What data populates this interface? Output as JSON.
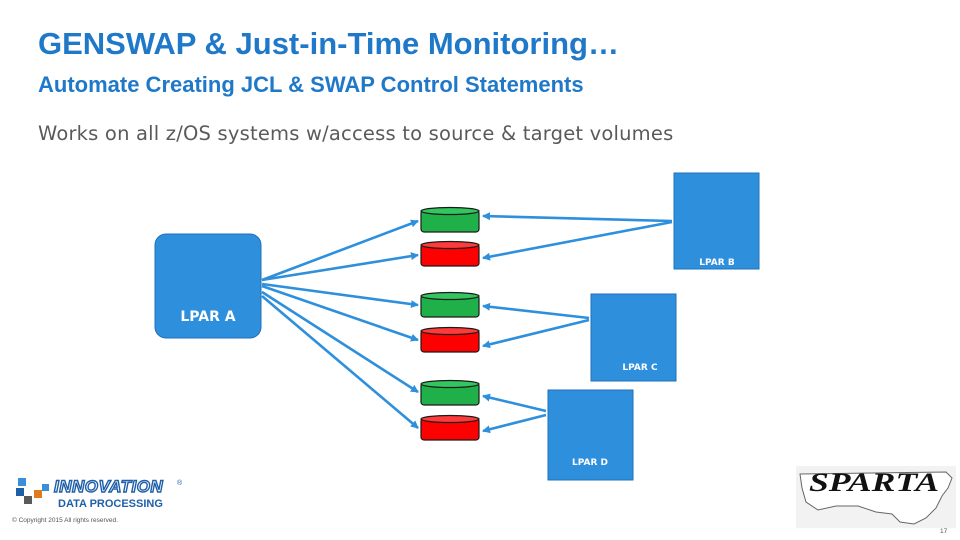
{
  "slide": {
    "title": "GENSWAP & Just-in-Time Monitoring…",
    "subtitle": "Automate Creating JCL & SWAP Control Statements",
    "body": "Works on all z/OS systems w/access to source & target volumes",
    "page_number": "17"
  },
  "diagram": {
    "source_node": "LPAR A",
    "target_nodes": [
      "LPAR B",
      "LPAR C",
      "LPAR D"
    ],
    "volume_colors": {
      "source_volume": "#1fb04a",
      "target_volume": "#ff0000"
    },
    "node_color": "#2e8fdc",
    "arrow_color": "#2e8fdc"
  },
  "footer": {
    "logo_line1": "INNOVATION",
    "logo_line2": "DATA PROCESSING",
    "copyright": "© Copyright 2015   All rights reserved.",
    "partner_logo": "SPARTA"
  }
}
